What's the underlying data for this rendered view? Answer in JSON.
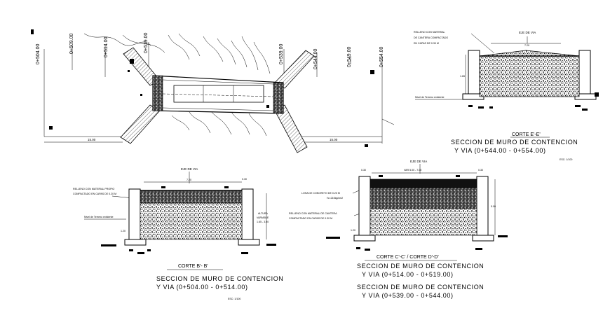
{
  "plan": {
    "stations": [
      "0+504.00",
      "0+509.00",
      "0+514.00",
      "0+519.00",
      "0+539.00",
      "0+544.00",
      "0+549.00",
      "0+554.00"
    ],
    "dim_left": "15.00",
    "dim_right": "15.00"
  },
  "section_ee": {
    "axis_label": "EJE DE VIA",
    "fill_note": "RELLENO CON MATERIAL DE CANTERA COMPACTADO EN CAPAS DE 0.30 M",
    "width_dim": "7.20",
    "height_dim": "1.65",
    "terrain_note": "Nivel de Terreno existente",
    "cut_label": "CORTE E'-E'",
    "title_line1": "SECCION DE MURO DE CONTENCION",
    "title_line2": "Y VIA (0+544.00 - 0+554.00)",
    "scale": "ESC: 1/100"
  },
  "section_bb": {
    "axis_label": "EJE DE VIA",
    "width_dim": "7.20",
    "edge_dim": "0.30",
    "fill_note_1": "RELLENO CON MATERIAL PROPIO",
    "fill_note_2": "COMPACTADO EN CAPAS DE 0.20 M",
    "terrain_note": "Nivel de Terreno existente",
    "height_label_1": "ALTURA",
    "height_label_2": "VARIABLE",
    "height_label_3": "1.65 - 3.00",
    "base_dim": "1.20",
    "cut_label": "CORTE B'- B'",
    "title_line1": "SECCION DE MURO DE CONTENCION",
    "title_line2": "Y VIA (0+504.00 - 0+514.00)",
    "scale": "ESC: 1/100"
  },
  "section_cc": {
    "axis_label": "EJE DE VIA",
    "var_label": "VAR 5.00 - 7.00",
    "edge_dim_left": "0.30",
    "edge_dim_right": "0.30",
    "slab_note_1": "LOSA DE CONCRETO DE 0.20 M",
    "slab_note_2": "f'c=210kg/cm2",
    "fill_note_1": "RELLENO CON MATERIAL DE CANTERA",
    "fill_note_2": "COMPACTADO EN CAPAS DE 0.30 M",
    "height_dim": "5.00",
    "base_dim": "1.20",
    "cut_label": "CORTE C'-C' / CORTE D'-D'",
    "title_a_line1": "SECCION DE MURO DE CONTENCION",
    "title_a_line2": "Y VIA (0+514.00 - 0+519.00)",
    "title_b_line1": "SECCION DE MURO DE CONTENCION",
    "title_b_line2": "Y VIA (0+539.00 - 0+544.00)"
  }
}
